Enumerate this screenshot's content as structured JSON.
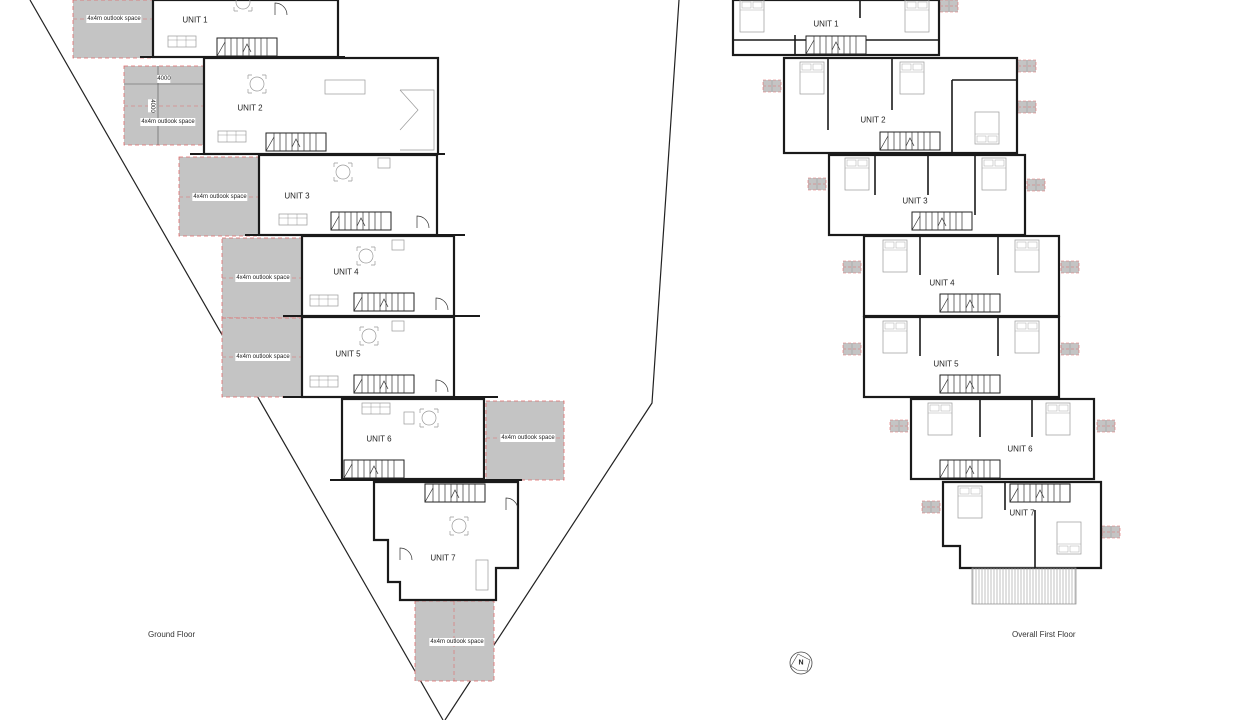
{
  "drawing": {
    "ground_floor": {
      "title": "Ground Floor",
      "units": [
        {
          "label": "UNIT 1"
        },
        {
          "label": "UNIT 2"
        },
        {
          "label": "UNIT 3"
        },
        {
          "label": "UNIT 4"
        },
        {
          "label": "UNIT 5"
        },
        {
          "label": "UNIT 6"
        },
        {
          "label": "UNIT 7"
        }
      ],
      "outlook_spaces": [
        {
          "label": "4x4m outlook space"
        },
        {
          "label": "4x4m outlook space"
        },
        {
          "label": "4x4m outlook space"
        },
        {
          "label": "4x4m outlook space"
        },
        {
          "label": "4x4m outlook space"
        },
        {
          "label": "4x4m outlook space"
        },
        {
          "label": "4x4m outlook space"
        }
      ],
      "dimensions": {
        "width": "4000",
        "height": "4000"
      }
    },
    "first_floor": {
      "title": "Overall First Floor",
      "units": [
        {
          "label": "UNIT 1"
        },
        {
          "label": "UNIT 2"
        },
        {
          "label": "UNIT 3"
        },
        {
          "label": "UNIT 4"
        },
        {
          "label": "UNIT 5"
        },
        {
          "label": "UNIT 6"
        },
        {
          "label": "UNIT 7"
        }
      ]
    },
    "north_arrow": {
      "letter": "N"
    },
    "colors": {
      "outlook_fill": "#c4c4c4",
      "outlook_border": "#e06a6a",
      "wall": "#1a1a1a",
      "fixture": "#9a9a9a",
      "boundary": "#222222"
    }
  }
}
